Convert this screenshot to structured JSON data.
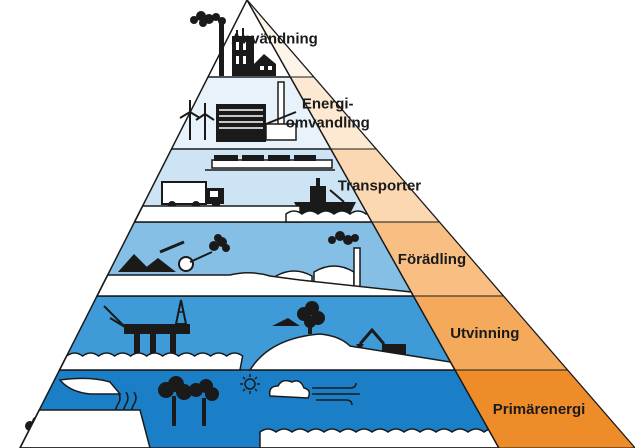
{
  "levels": [
    {
      "id": "anvandning",
      "lines": [
        "Användning"
      ],
      "band_color": "#ffffff",
      "label_color": "#fef5ea"
    },
    {
      "id": "energiomvandling",
      "lines": [
        "Energi-",
        "omvandling"
      ],
      "band_color": "#e8f2fb",
      "label_color": "#fde8d2"
    },
    {
      "id": "transporter",
      "lines": [
        "Transporter"
      ],
      "band_color": "#cde4f5",
      "label_color": "#fbd7b2"
    },
    {
      "id": "foradling",
      "lines": [
        "Förädling"
      ],
      "band_color": "#86bfe6",
      "label_color": "#f8be82"
    },
    {
      "id": "utvinning",
      "lines": [
        "Utvinning"
      ],
      "band_color": "#3f9ad8",
      "label_color": "#f5a95a"
    },
    {
      "id": "primarenergi",
      "lines": [
        "Primärenergi"
      ],
      "band_color": "#1b7fc8",
      "label_color": "#ef8c2a"
    }
  ],
  "icons": {
    "anvandning": [
      "smoke-icon",
      "factory-icon",
      "house-icon"
    ],
    "energiomvandling": [
      "wind-turbine-icon",
      "power-plant-icon",
      "chimney-icon"
    ],
    "transporter": [
      "train-icon",
      "truck-icon",
      "ship-icon"
    ],
    "foradling": [
      "coal-heap-icon",
      "conveyor-icon",
      "refinery-tank-icon",
      "smoke-icon"
    ],
    "utvinning": [
      "crane-icon",
      "oil-platform-icon",
      "excavator-icon",
      "tree-icon"
    ],
    "primarenergi": [
      "coal-icon",
      "oil-drop-icon",
      "radiation-icon",
      "geothermal-icon",
      "tree-icon",
      "sun-icon",
      "cloud-icon",
      "wind-icon"
    ]
  },
  "colors": {
    "outline": "#1a1a1a",
    "ground": "#ffffff",
    "water": "#ffffff"
  }
}
